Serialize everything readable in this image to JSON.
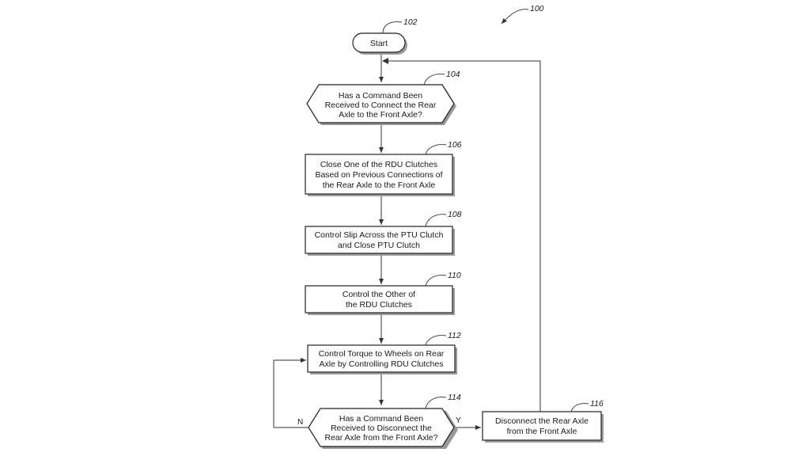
{
  "figure": {
    "ref": "100",
    "nodes": [
      {
        "id": "start",
        "shape": "terminal",
        "ref": "102",
        "lines": [
          "Start"
        ]
      },
      {
        "id": "q1",
        "shape": "decision",
        "ref": "104",
        "lines": [
          "Has a Command Been",
          "Received to Connect the Rear",
          "Axle to the Front Axle?"
        ]
      },
      {
        "id": "s106",
        "shape": "process",
        "ref": "106",
        "lines": [
          "Close One of the RDU Clutches",
          "Based on Previous Connections of",
          "the Rear Axle to the Front Axle"
        ]
      },
      {
        "id": "s108",
        "shape": "process",
        "ref": "108",
        "lines": [
          "Control Slip Across the PTU Clutch",
          "and Close PTU Clutch"
        ]
      },
      {
        "id": "s110",
        "shape": "process",
        "ref": "110",
        "lines": [
          "Control the Other of",
          "the RDU Clutches"
        ]
      },
      {
        "id": "s112",
        "shape": "process",
        "ref": "112",
        "lines": [
          "Control Torque to Wheels on Rear",
          "Axle by Controlling RDU Clutches"
        ]
      },
      {
        "id": "q2",
        "shape": "decision",
        "ref": "114",
        "lines": [
          "Has a Command Been",
          "Received to Disconnect the",
          "Rear Axle from the Front Axle?"
        ]
      },
      {
        "id": "s116",
        "shape": "process",
        "ref": "116",
        "lines": [
          "Disconnect the Rear Axle",
          "from the Front Axle"
        ]
      }
    ],
    "edges": [
      {
        "from": "start",
        "to": "q1",
        "label": ""
      },
      {
        "from": "q1",
        "to": "s106",
        "label": ""
      },
      {
        "from": "s106",
        "to": "s108",
        "label": ""
      },
      {
        "from": "s108",
        "to": "s110",
        "label": ""
      },
      {
        "from": "s110",
        "to": "s112",
        "label": ""
      },
      {
        "from": "s112",
        "to": "q2",
        "label": ""
      },
      {
        "from": "q2",
        "to": "s116",
        "label": "Y"
      },
      {
        "from": "q2",
        "to": "s112",
        "label": "N"
      },
      {
        "from": "s116",
        "to": "q1",
        "label": ""
      }
    ]
  }
}
